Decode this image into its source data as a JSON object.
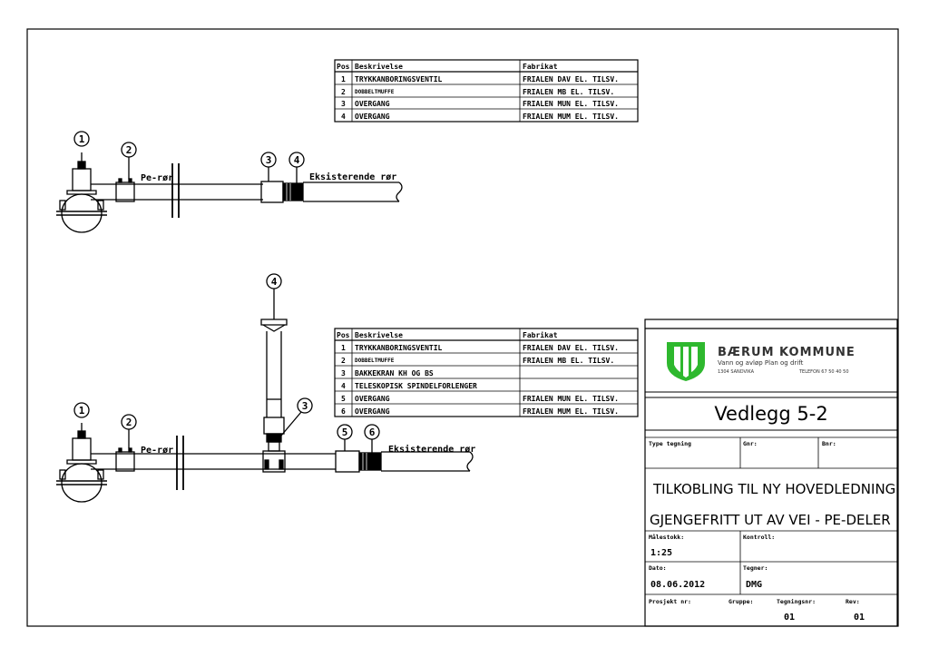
{
  "table1": {
    "headers": [
      "Pos",
      "Beskrivelse",
      "Fabrikat"
    ],
    "rows": [
      [
        "1",
        "TRYKKANBORINGSVENTIL",
        "FRIALEN DAV EL. TILSV."
      ],
      [
        "2",
        "DOBBELTMUFFE",
        "FRIALEN MB EL. TILSV."
      ],
      [
        "3",
        "OVERGANG",
        "FRIALEN MUN EL. TILSV."
      ],
      [
        "4",
        "OVERGANG",
        "FRIALEN MUM EL. TILSV."
      ]
    ]
  },
  "table2": {
    "headers": [
      "Pos",
      "Beskrivelse",
      "Fabrikat"
    ],
    "rows": [
      [
        "1",
        "TRYKKANBORINGSVENTIL",
        "FRIALEN DAV EL. TILSV."
      ],
      [
        "2",
        "DOBBELTMUFFE",
        "FRIALEN MB EL. TILSV."
      ],
      [
        "3",
        "BAKKEKRAN KH OG BS",
        ""
      ],
      [
        "4",
        "TELESKOPISK SPINDELFORLENGER",
        ""
      ],
      [
        "5",
        "OVERGANG",
        "FRIALEN MUN EL. TILSV."
      ],
      [
        "6",
        "OVERGANG",
        "FRIALEN MUM EL. TILSV."
      ]
    ]
  },
  "diagram1": {
    "callouts": [
      "1",
      "2",
      "3",
      "4"
    ],
    "label_pe": "Pe-rør",
    "label_existing": "Eksisterende rør"
  },
  "diagram2": {
    "callouts": [
      "1",
      "2",
      "3",
      "4",
      "5",
      "6"
    ],
    "label_pe": "Pe-rør",
    "label_existing": "Eksisterende rør"
  },
  "titleblock": {
    "org_name": "BÆRUM KOMMUNE",
    "org_dept": "Vann og avløp Plan og drift",
    "org_address": "1304 SANDVIKA",
    "org_phone": "TELEFON 67 50 40 50",
    "doc_title": "Vedlegg 5-2",
    "type_label": "Type tegning",
    "gnr_label": "Gnr:",
    "bnr_label": "Bnr:",
    "title_line1": "TILKOBLING TIL NY HOVEDLEDNING",
    "title_line2": "GJENGEFRITT UT AV VEI - PE-DELER",
    "scale_label": "Målestokk:",
    "scale_value": "1:25",
    "control_label": "Kontroll:",
    "date_label": "Dato:",
    "date_value": "08.06.2012",
    "drawn_label": "Tegner:",
    "drawn_value": "DMG",
    "project_label": "Prosjekt nr:",
    "group_label": "Gruppe:",
    "drawing_no_label": "Tegningsnr:",
    "drawing_no_value": "01",
    "rev_label": "Rev:",
    "rev_value": "01"
  },
  "colors": {
    "logo_green": "#2eb82e",
    "logo_bg": "#ffffff",
    "ink": "#000000"
  }
}
